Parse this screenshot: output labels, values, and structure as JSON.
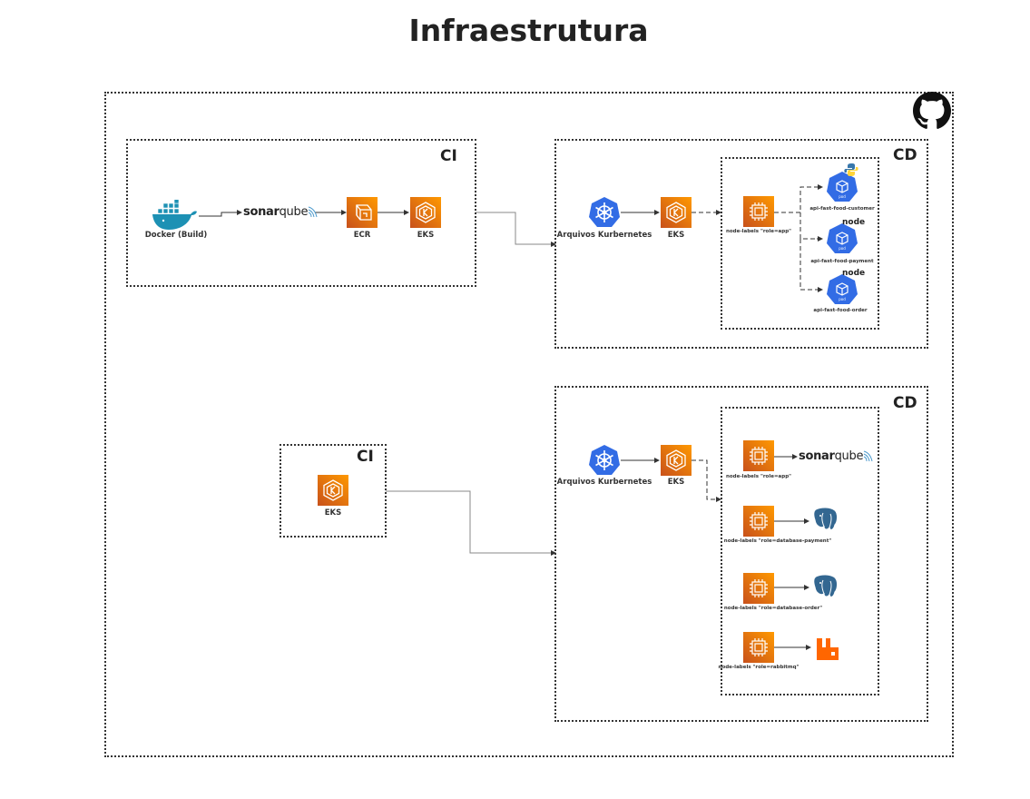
{
  "title": "Infraestrutura",
  "colors": {
    "aws_orange": "#ed7100",
    "k8s_blue": "#326ce5",
    "postgres_blue": "#336791",
    "rabbit_orange": "#ff6600",
    "docker_blue": "#1d91b4"
  },
  "upper": {
    "ci": {
      "label": "CI",
      "docker_label": "Docker (Build)",
      "sonar": {
        "brand": "sonar",
        "suffix": "qube"
      },
      "ecr_label": "ECR",
      "eks_label": "EKS"
    },
    "cd": {
      "label": "CD",
      "k8s_label": "Arquivos Kurbernetes",
      "eks_label": "EKS",
      "node_label": "node-labels \"role=app\"",
      "pods": [
        {
          "label": "api-fast-food-customer",
          "badge": "python-icon"
        },
        {
          "label": "api-fast-food-payment",
          "badge": "node"
        },
        {
          "label": "api-fast-food-order",
          "badge": "node"
        }
      ]
    }
  },
  "lower": {
    "ci": {
      "label": "CI",
      "eks_label": "EKS"
    },
    "cd": {
      "label": "CD",
      "k8s_label": "Arquivos Kurbernetes",
      "eks_label": "EKS",
      "nodes": [
        {
          "label": "node-labels \"role=app\"",
          "target": "sonarqube"
        },
        {
          "label": "node-labels \"role=database-payment\"",
          "target": "postgresql"
        },
        {
          "label": "node-labels \"role=database-order\"",
          "target": "postgresql"
        },
        {
          "label": "node-labels \"role=rabbitmq\"",
          "target": "rabbitmq"
        }
      ],
      "sonar": {
        "brand": "sonar",
        "suffix": "qube"
      }
    }
  }
}
